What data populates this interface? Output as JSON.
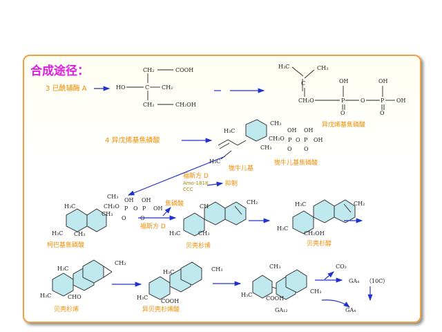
{
  "title": "合成途径：",
  "labels": {
    "start": "3 已酰辅酶 A",
    "ipp_word": "4 异戊烯基焦磷酸",
    "ipp": "异戊烯基焦磷酸",
    "gpp_name": "牻牛儿基",
    "gpp": "牻牛儿基焦磷酸",
    "cpp": "柯巴基焦磷酸",
    "kaurene1": "贝壳杉烯",
    "kaurenol": "贝壳杉醇",
    "kaurenal": "贝壳杉烯",
    "kaurenoic": "异贝壳杉烯酸",
    "ga12": "GA₁₂",
    "ga4": "GA₄",
    "ga4b": "GA₄",
    "ten_c": "（10C）",
    "pp_text": "焦磷酸",
    "fusan_d1": "福斯方 D",
    "fusan_d2": "福斯方 D",
    "amo": "Amo-1818",
    "ccc": "CCC",
    "inhibit": "抑制"
  },
  "chem": {
    "ch2": "CH₂",
    "cooh": "COOH",
    "ho": "HO",
    "c": "C",
    "ch3": "CH₃",
    "ch2oh": "CH₂OH",
    "h3c": "H₃C",
    "ch2o": "CH₂O",
    "oh": "OH",
    "p": "P",
    "o": "O",
    "ch": "CH",
    "cho": "CHO",
    "co2": "CO₂",
    "ch2b": "CH₂",
    "ooh": "OH"
  }
}
